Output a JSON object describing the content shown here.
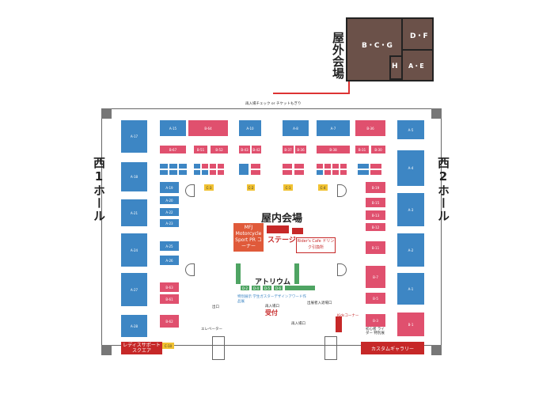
{
  "outdoor": {
    "title": "屋外会場",
    "zone_bcg": "B・C・G",
    "zone_df": "D・F",
    "zone_h": "H",
    "zone_ae": "A・E"
  },
  "hall_west": "西1ホール",
  "hall_east": "西2ホール",
  "indoor_title": "屋内会場",
  "entrance_check": "再入場チェック or チケットもぎり",
  "stage": "ステージ",
  "mfj_corner": "MFJ Motorcycle Sport PR コーナー",
  "riders_cafe": "Rider's Cafe ドリンク引換所",
  "atrium": "アトリウム",
  "reception": "受付",
  "ladies_square": "レディスサポート スクエア",
  "custom_gallery": "カスタムギャラリー",
  "kids_corner": "Kidsコーナー",
  "exit": "出口",
  "elevator": "エレベーター",
  "reentry_a": "再入場口",
  "reentry_b": "再入場口",
  "exhibitor_reentry": "出展者入退場口",
  "design_award": "特別展示 学生ガスターデザインアワード作品展",
  "beginner_rider": "初心者 ライダー 特別展",
  "west_blue": [
    "A-17",
    "A-18",
    "A-21",
    "A-24",
    "A-27",
    "A-28",
    "A-19",
    "A-20",
    "A-22",
    "A-23",
    "A-25",
    "A-26"
  ],
  "west_pink": [
    "B-63",
    "B-61",
    "B-62"
  ],
  "east_blue": [
    "A-5",
    "A-4",
    "A-3",
    "A-2",
    "A-1"
  ],
  "east_pink": [
    "B-1",
    "B-3",
    "B-5",
    "B-7",
    "B-11",
    "B-12",
    "B-13",
    "B-15",
    "B-19"
  ],
  "top_row": [
    "A-15",
    "B-64",
    "A-10",
    "A-8",
    "A-7",
    "B-36"
  ],
  "mid_row": [
    "B-67",
    "B-51",
    "B-52",
    "B-43",
    "B-42",
    "B-37",
    "B-36",
    "B-38",
    "B-31",
    "B-30"
  ],
  "c_labels": [
    "C-1",
    "C-2",
    "C-3",
    "C-4",
    "C-10"
  ],
  "d_labels": [
    "D-2",
    "D-4",
    "D-5",
    "D-6"
  ]
}
